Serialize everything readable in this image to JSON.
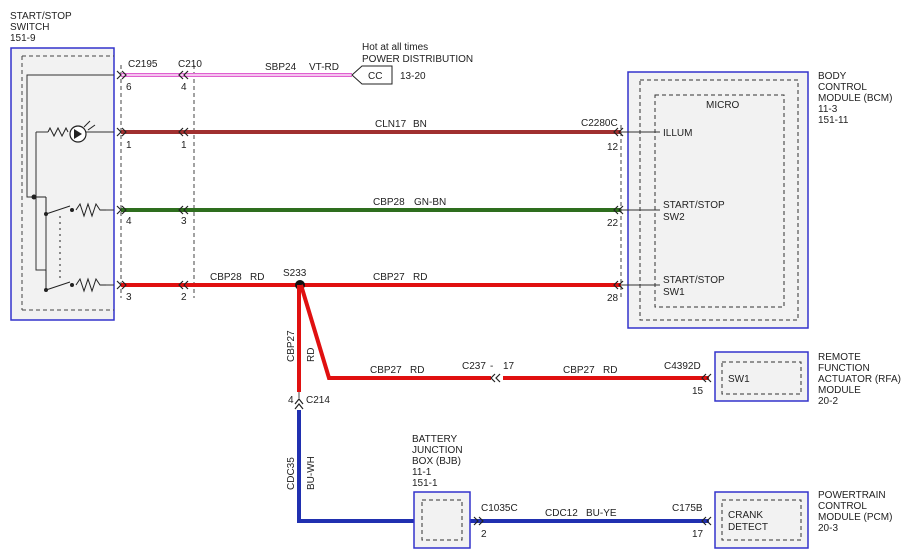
{
  "switch": {
    "title_line1": "START/STOP",
    "title_line2": "SWITCH",
    "ref": "151-9"
  },
  "connectors": {
    "c2195": "C2195",
    "c210": "C210",
    "c2280c": "C2280C",
    "c214": "C214",
    "c237": "C237",
    "c237_pin": "17",
    "c4392d": "C4392D",
    "c1035c": "C1035C",
    "c175b": "C175B",
    "s233": "S233"
  },
  "pins": {
    "c2195_1": "6",
    "c2195_2": "1",
    "c2195_3": "4",
    "c2195_4": "3",
    "c210_1": "4",
    "c210_2": "1",
    "c210_3": "3",
    "c210_4": "2",
    "c2280c_1": "12",
    "c2280c_2": "22",
    "c2280c_3": "28",
    "c214": "4",
    "c4392d": "15",
    "c1035c": "2",
    "c175b": "17"
  },
  "wires": {
    "sbp24": "SBP24",
    "sbp24_color": "VT-RD",
    "cln17": "CLN17",
    "cln17_color": "BN",
    "cbp28_green": "CBP28",
    "cbp28_green_color": "GN-BN",
    "cbp28_red": "CBP28",
    "cbp28_red_color": "RD",
    "cbp27_main": "CBP27",
    "cbp27_main_color": "RD",
    "cbp27_vert": "CBP27",
    "cbp27_vert_color": "RD",
    "cbp27_rfa_left": "CBP27",
    "cbp27_rfa_left_color": "RD",
    "cbp27_rfa_right": "CBP27",
    "cbp27_rfa_right_color": "RD",
    "cdc35": "CDC35",
    "cdc35_color": "BU-WH",
    "cdc12": "CDC12",
    "cdc12_color": "BU-YE"
  },
  "power": {
    "line1": "Hot at all times",
    "line2": "POWER DISTRIBUTION",
    "tag": "CC",
    "ref": "13-20"
  },
  "bcm": {
    "line1": "BODY",
    "line2": "CONTROL",
    "line3": "MODULE (BCM)",
    "ref1": "11-3",
    "ref2": "151-11",
    "micro": "MICRO",
    "pin_illum": "ILLUM",
    "pin_sw2_line1": "START/STOP",
    "pin_sw2_line2": "SW2",
    "pin_sw1_line1": "START/STOP",
    "pin_sw1_line2": "SW1"
  },
  "rfa": {
    "line1": "REMOTE",
    "line2": "FUNCTION",
    "line3": "ACTUATOR (RFA)",
    "line4": "MODULE",
    "ref": "20-2",
    "pin": "SW1"
  },
  "bjb": {
    "line1": "BATTERY",
    "line2": "JUNCTION",
    "line3": "BOX (BJB)",
    "ref1": "11-1",
    "ref2": "151-1"
  },
  "pcm": {
    "line1": "POWERTRAIN",
    "line2": "CONTROL",
    "line3": "MODULE (PCM)",
    "ref": "20-3",
    "pin_line1": "CRANK",
    "pin_line2": "DETECT"
  },
  "colors": {
    "module_border": "#3333cc",
    "module_fill": "#f2f2f2",
    "wire_violet_red": "#e060d0",
    "wire_brown": "#a03030",
    "wire_green": "#2e6e1e",
    "wire_red": "#e01010",
    "wire_blue": "#2030b0"
  }
}
